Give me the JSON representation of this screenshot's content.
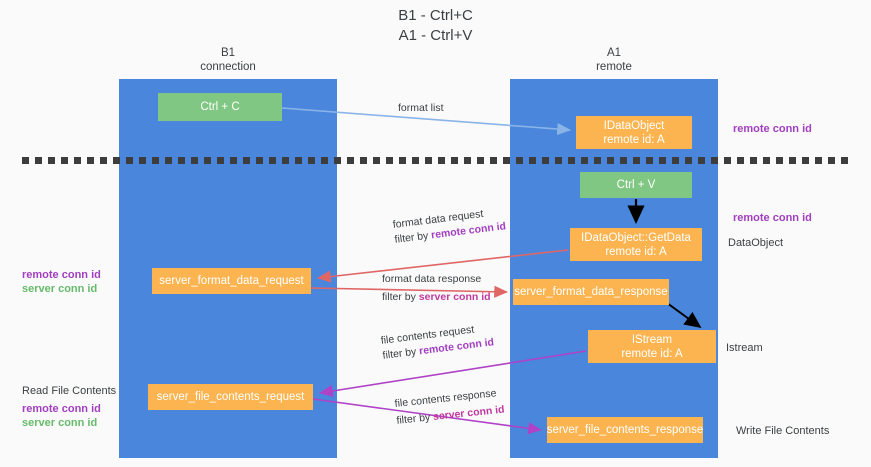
{
  "title": {
    "line1": "B1 - Ctrl+C",
    "line2": "A1 - Ctrl+V"
  },
  "columns": {
    "left": {
      "name": "B1",
      "role": "connection"
    },
    "right": {
      "name": "A1",
      "role": "remote"
    }
  },
  "colors": {
    "lane": "#4a86dc",
    "node_green": "#81c784",
    "node_orange": "#fbb450",
    "remote_conn_id": "#a23ec0",
    "server_conn_id_left": "#66bb6a",
    "server_conn_id_edge": "#c0399f",
    "arrow_blue": "#8ab4e8",
    "arrow_red": "#e06666",
    "arrow_purple": "#b042c8",
    "arrow_black": "#000000",
    "divider": "#3d3d3d",
    "background": "#fafafa"
  },
  "nodes": {
    "ctrl_c": {
      "label": "Ctrl + C",
      "kind": "green"
    },
    "idataobject": {
      "line1": "IDataObject",
      "line2": "remote id: A",
      "kind": "orange"
    },
    "ctrl_v": {
      "label": "Ctrl + V",
      "kind": "green"
    },
    "getdata": {
      "line1": "IDataObject::GetData",
      "line2": "remote id: A",
      "kind": "orange"
    },
    "server_format_data_request": {
      "label": "server_format_data_request",
      "kind": "orange"
    },
    "server_format_data_response": {
      "label": "server_format_data_response",
      "kind": "orange"
    },
    "istream": {
      "line1": "IStream",
      "line2": "remote id: A",
      "kind": "orange"
    },
    "server_file_contents_request": {
      "label": "server_file_contents_request",
      "kind": "orange"
    },
    "server_file_contents_response": {
      "label": "server_file_contents_response",
      "kind": "orange"
    }
  },
  "edge_labels": {
    "format_list": "format list",
    "format_data_request": {
      "line1": "format data request",
      "filter_prefix": "filter by ",
      "filter_key": "remote conn id"
    },
    "format_data_response": {
      "line1": "format data response",
      "filter_prefix": "filter by ",
      "filter_key": "server conn id"
    },
    "file_contents_request": {
      "line1": "file contents request",
      "filter_prefix": "filter by ",
      "filter_key": "remote conn id"
    },
    "file_contents_response": {
      "line1": "file contents response",
      "filter_prefix": "filter by ",
      "filter_key": "server conn id"
    }
  },
  "right_notes": {
    "remote_conn_id_top": "remote conn id",
    "remote_conn_id_mid": "remote conn id",
    "dataobject": "DataObject",
    "istream": "Istream",
    "write_file_contents": "Write File Contents"
  },
  "left_notes": {
    "group_format": {
      "remote": "remote conn id",
      "server": "server conn id"
    },
    "group_file": {
      "heading": "Read File Contents",
      "remote": "remote conn id",
      "server": "server conn id"
    }
  }
}
